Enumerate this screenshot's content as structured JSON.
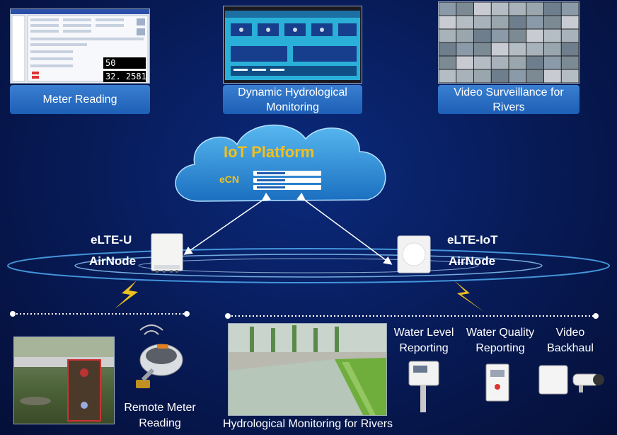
{
  "top_apps": [
    {
      "label": "Meter Reading"
    },
    {
      "label": "Dynamic Hydrological Monitoring"
    },
    {
      "label": "Video Surveillance for Rivers"
    }
  ],
  "meter_screen": {
    "value_1": "50",
    "value_2": "32. 2581"
  },
  "cloud": {
    "title": "IoT Platform",
    "core_label": "eCN"
  },
  "left_node": {
    "line1": "eLTE-U",
    "line2": "AirNode"
  },
  "right_node": {
    "line1": "eLTE-IoT",
    "line2": "AirNode"
  },
  "left_group": {
    "remote_meter_label": "Remote Meter Reading"
  },
  "right_group": {
    "hydro_label": "Hydrological Monitoring for Rivers",
    "water_level_label": "Water Level Reporting",
    "water_quality_label": "Water Quality Reporting",
    "video_backhaul_label": "Video Backhaul"
  },
  "colors": {
    "background": "#071a55",
    "card": "#2a6fc6",
    "accent_yellow": "#f0c020",
    "cloud": "#2e8fd8"
  }
}
